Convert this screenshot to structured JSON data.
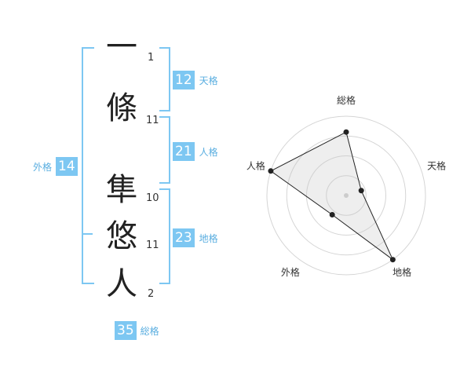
{
  "name": {
    "chars": [
      {
        "char": "一",
        "strokes": "1"
      },
      {
        "char": "條",
        "strokes": "11"
      },
      {
        "char": "隼",
        "strokes": "10"
      },
      {
        "char": "悠",
        "strokes": "11"
      },
      {
        "char": "人",
        "strokes": "2"
      }
    ]
  },
  "kaku": {
    "tenkaku": {
      "value": "12",
      "label": "天格"
    },
    "jinkaku": {
      "value": "21",
      "label": "人格"
    },
    "chikaku": {
      "value": "23",
      "label": "地格"
    },
    "gaikaku": {
      "value": "14",
      "label": "外格"
    },
    "soukaku": {
      "value": "35",
      "label": "総格"
    }
  },
  "colors": {
    "accent": "#7dc7f2",
    "accent_text": "#5aaee0"
  },
  "chart_data": {
    "type": "radar",
    "axes": [
      "総格",
      "天格",
      "地格",
      "外格",
      "人格"
    ],
    "values": [
      0.8,
      0.2,
      1.0,
      0.3,
      1.0
    ],
    "range": [
      0,
      1
    ],
    "rings": 4
  }
}
